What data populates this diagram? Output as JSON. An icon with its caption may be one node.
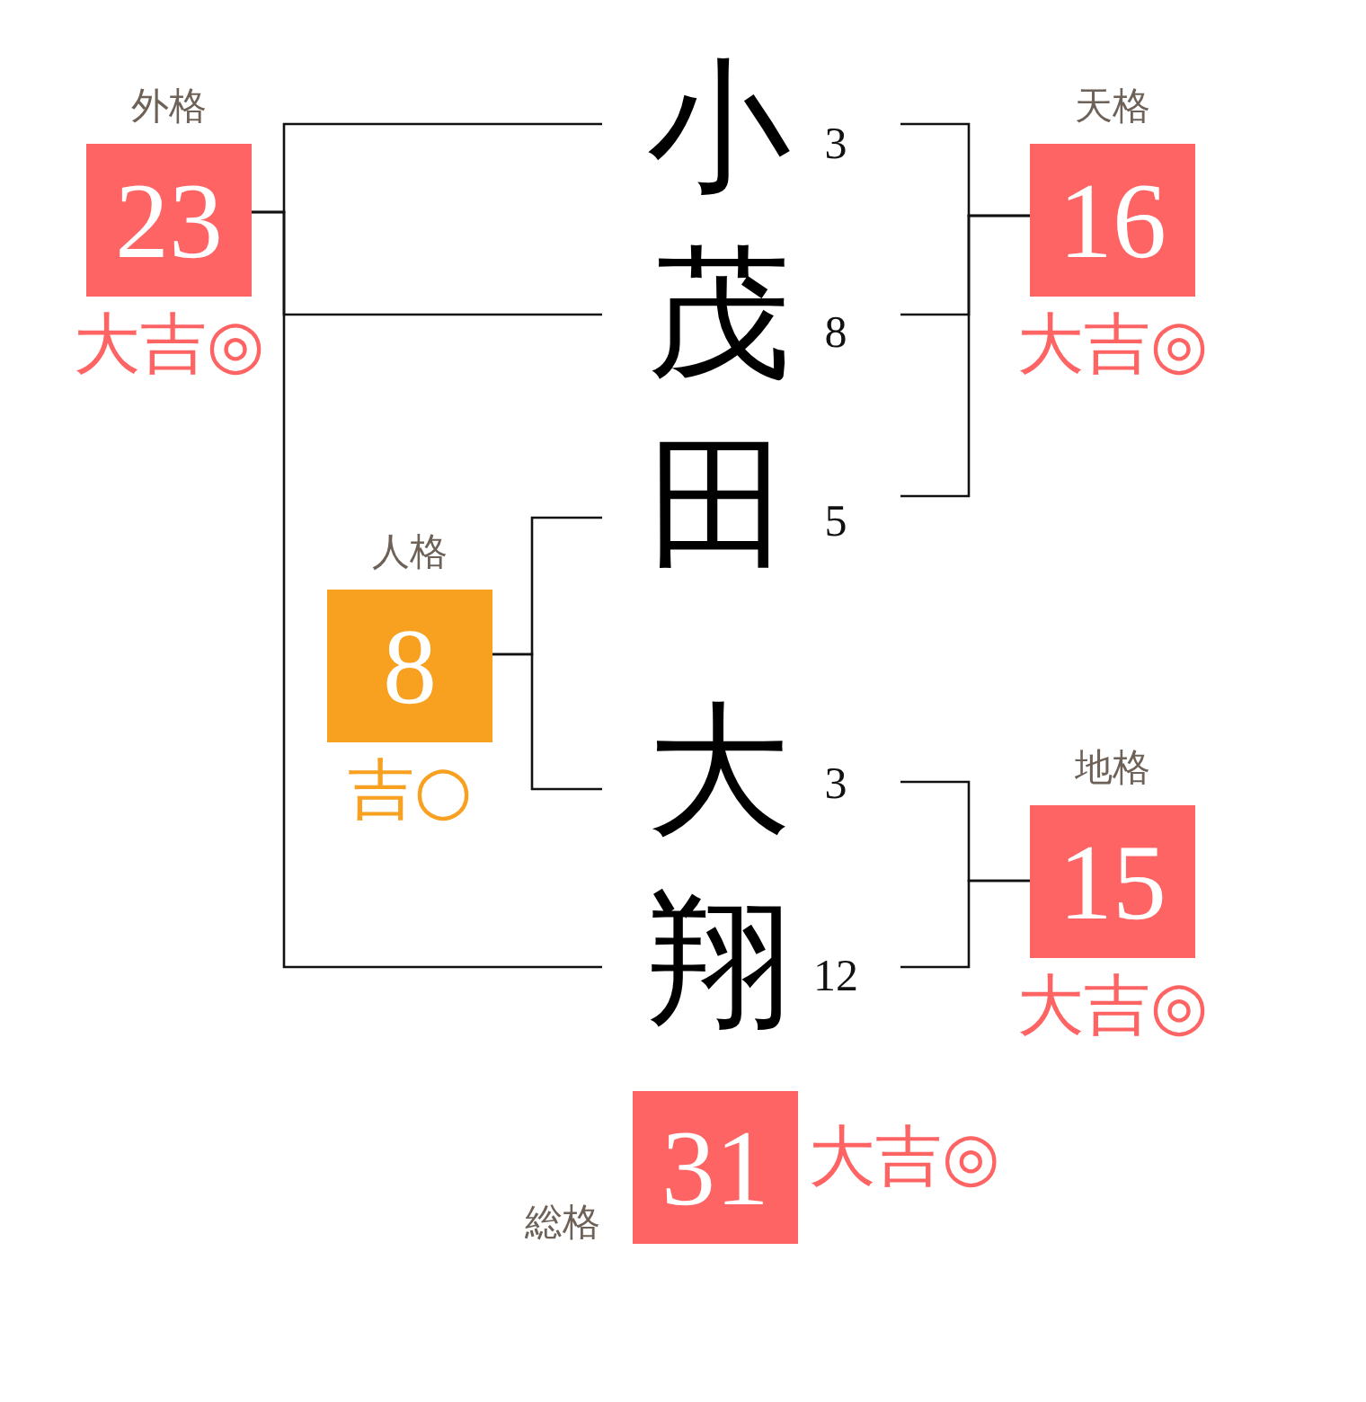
{
  "diagram": {
    "nodes": [
      {
        "text": [
          "外格",
          "23"
        ],
        "beside": [
          "大吉◎"
        ]
      },
      {
        "text": [
          "小"
        ],
        "beside": [
          "3"
        ]
      },
      {
        "text": [
          "天格",
          "16"
        ],
        "beside": [
          "大吉◎"
        ]
      },
      {
        "text": [
          "茂"
        ],
        "beside": [
          "8"
        ]
      },
      {
        "text": [
          "田"
        ],
        "beside": [
          "5"
        ]
      },
      {
        "text": [
          "人格",
          "8"
        ],
        "beside": [
          "吉○"
        ]
      },
      {
        "text": [
          "大"
        ],
        "beside": [
          "3"
        ]
      },
      {
        "text": [
          "地格",
          "15"
        ],
        "beside": [
          "大吉◎"
        ]
      },
      {
        "text": [
          "翔"
        ],
        "beside": [
          "12"
        ]
      },
      {
        "text": [
          "総格",
          "31"
        ],
        "beside": [
          "大吉◎"
        ]
      }
    ],
    "edges": [
      {
        "from": 0,
        "to": 1,
        "arrow": "none"
      },
      {
        "from": 0,
        "to": 3,
        "arrow": "none"
      },
      {
        "from": 0,
        "to": 8,
        "arrow": "none"
      },
      {
        "from": 2,
        "to": 1,
        "arrow": "none"
      },
      {
        "from": 2,
        "to": 3,
        "arrow": "none"
      },
      {
        "from": 2,
        "to": 4,
        "arrow": "none"
      },
      {
        "from": 5,
        "to": 4,
        "arrow": "none"
      },
      {
        "from": 5,
        "to": 6,
        "arrow": "none"
      },
      {
        "from": 7,
        "to": 6,
        "arrow": "none"
      },
      {
        "from": 7,
        "to": 8,
        "arrow": "none"
      }
    ]
  }
}
